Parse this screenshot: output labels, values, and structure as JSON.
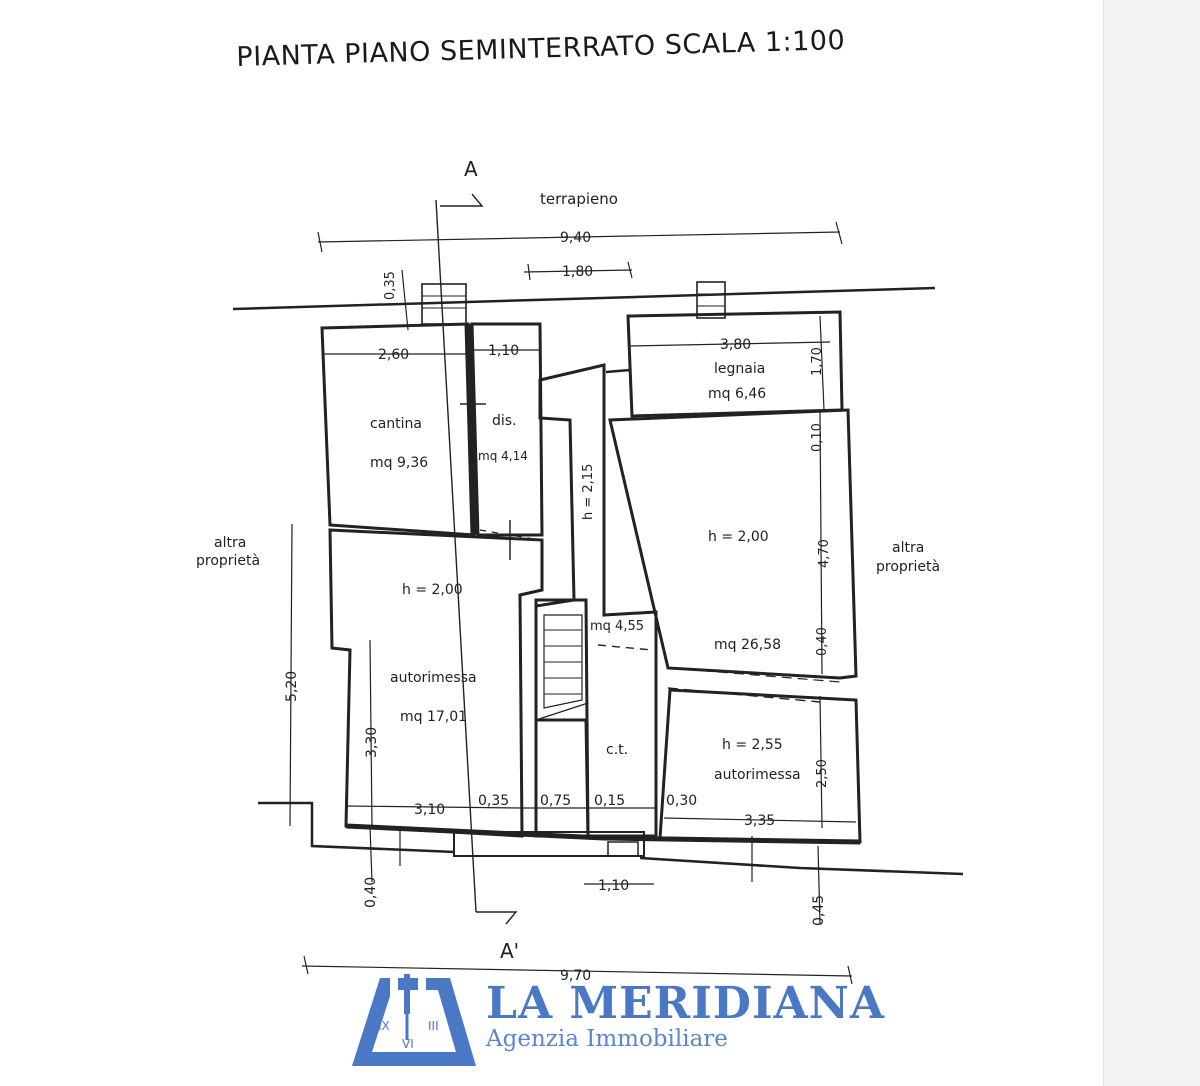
{
  "title": "PIANTA PIANO SEMINTERRATO  SCALA 1:100",
  "section_marks": {
    "top": "A",
    "bottom": "A'"
  },
  "labels": {
    "terrapieno": "terrapieno",
    "altra_left_1": "altra",
    "altra_left_2": "proprietà",
    "altra_right_1": "altra",
    "altra_right_2": "proprietà"
  },
  "rooms": {
    "cantina_name": "cantina",
    "cantina_area": "mq 9,36",
    "dis_name": "dis.",
    "dis_area": "mq 4,14",
    "corridor_h": "h = 2,15",
    "corridor_area": "mq 4,55",
    "ct_name": "c.t.",
    "legnaia_name": "legnaia",
    "legnaia_area": "mq 6,46",
    "big_h": "h = 2,00",
    "big_area": "mq 26,58",
    "garage_left_h": "h = 2,00",
    "garage_left_name": "autorimessa",
    "garage_left_area": "mq 17,01",
    "garage_right_h": "h = 2,55",
    "garage_right_name": "autorimessa"
  },
  "dimensions": {
    "top_total": "9,40",
    "top_small": "1,80",
    "wall_035": "0,35",
    "d_260": "2,60",
    "d_110_top": "1,10",
    "d_380": "3,80",
    "d_170": "1,70",
    "d_010": "0,10",
    "d_470": "4,70",
    "d_040_right": "0,40",
    "d_250": "2,50",
    "d_520": "5,20",
    "d_330": "3,30",
    "d_310": "3,10",
    "d_035_bottom": "0,35",
    "d_075": "0,75",
    "d_015": "0,15",
    "d_030": "0,30",
    "d_335": "3,35",
    "d_040_left": "0,40",
    "d_110_bottom": "1,10",
    "d_045": "0,45",
    "bottom_total": "9,70"
  },
  "logo": {
    "name": "LA MERIDIANA",
    "subtitle": "Agenzia Immobiliare",
    "numerals": {
      "left": "IX",
      "right": "III",
      "bottom": "VI"
    },
    "color": "#4a78c4"
  }
}
